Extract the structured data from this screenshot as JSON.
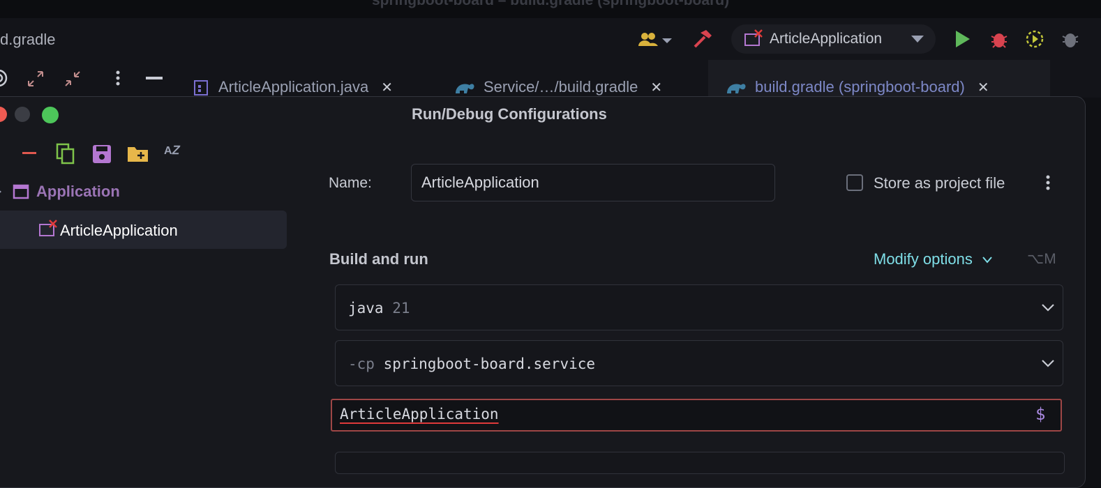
{
  "window": {
    "title": "springboot-board – build.gradle (springboot-board)"
  },
  "toolbar": {
    "file_label": "d.gradle",
    "run_config": "ArticleApplication"
  },
  "tabs": [
    {
      "label": "ArticleApplication.java"
    },
    {
      "label": "Service/…/build.gradle"
    },
    {
      "label": "build.gradle (springboot-board)"
    }
  ],
  "dialog": {
    "title": "Run/Debug Configurations",
    "tree": {
      "group": "Application",
      "item": "ArticleApplication"
    },
    "name_label": "Name:",
    "name_value": "ArticleApplication",
    "store_label": "Store as project file",
    "section_title": "Build and run",
    "modify_options": "Modify options",
    "modify_shortcut": "⌥M",
    "jdk": {
      "name": "java",
      "version": "21"
    },
    "classpath": {
      "flag": "-cp",
      "module": "springboot-board.service"
    },
    "main_class": "ArticleApplication",
    "main_class_icon": "$"
  },
  "colors": {
    "accent_cyan": "#7fdfe8",
    "error_red": "#e03a3a",
    "run_green": "#5fb85b",
    "debug_red": "#d9434f",
    "purple": "#b477d1"
  }
}
